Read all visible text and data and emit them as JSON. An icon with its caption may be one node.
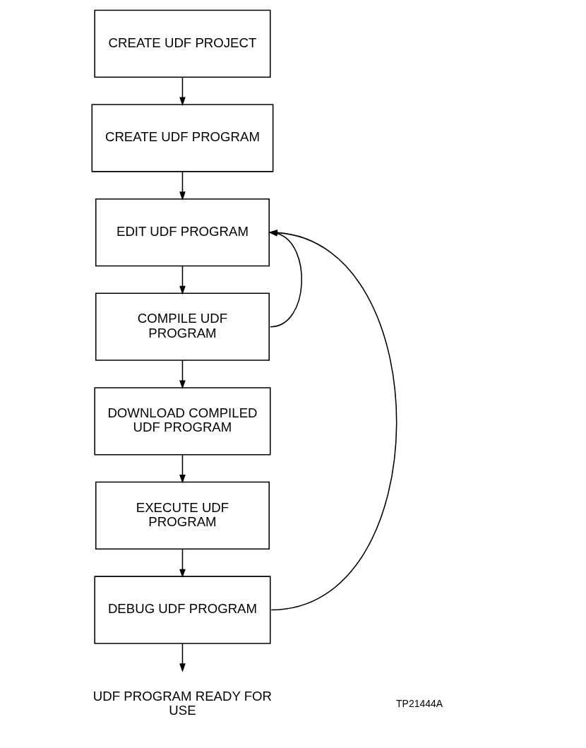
{
  "diagram": {
    "nodes": [
      {
        "text": [
          "CREATE UDF PROJECT"
        ]
      },
      {
        "text": [
          "CREATE UDF PROGRAM"
        ]
      },
      {
        "text": [
          "EDIT UDF PROGRAM"
        ]
      },
      {
        "text": [
          "COMPILE UDF PROGRAM"
        ]
      },
      {
        "text": [
          "DOWNLOAD COMPILED UDF PROGRAM"
        ]
      },
      {
        "text": [
          "EXECUTE UDF PROGRAM"
        ]
      },
      {
        "text": [
          "DEBUG UDF PROGRAM"
        ]
      },
      {
        "text": [
          "UDF PROGRAM READY FOR USE"
        ]
      }
    ],
    "edges": [
      {
        "from": 0,
        "to": 1,
        "arrow": "to"
      },
      {
        "from": 1,
        "to": 2,
        "arrow": "to"
      },
      {
        "from": 2,
        "to": 3,
        "arrow": "to"
      },
      {
        "from": 3,
        "to": 4,
        "arrow": "to"
      },
      {
        "from": 4,
        "to": 5,
        "arrow": "to"
      },
      {
        "from": 5,
        "to": 6,
        "arrow": "to"
      },
      {
        "from": 6,
        "to": 7,
        "arrow": "to"
      },
      {
        "from": 3,
        "to": 2,
        "arrow": "to"
      },
      {
        "from": 6,
        "to": 2,
        "arrow": "to"
      }
    ],
    "labels": [
      "TP21444A"
    ]
  }
}
